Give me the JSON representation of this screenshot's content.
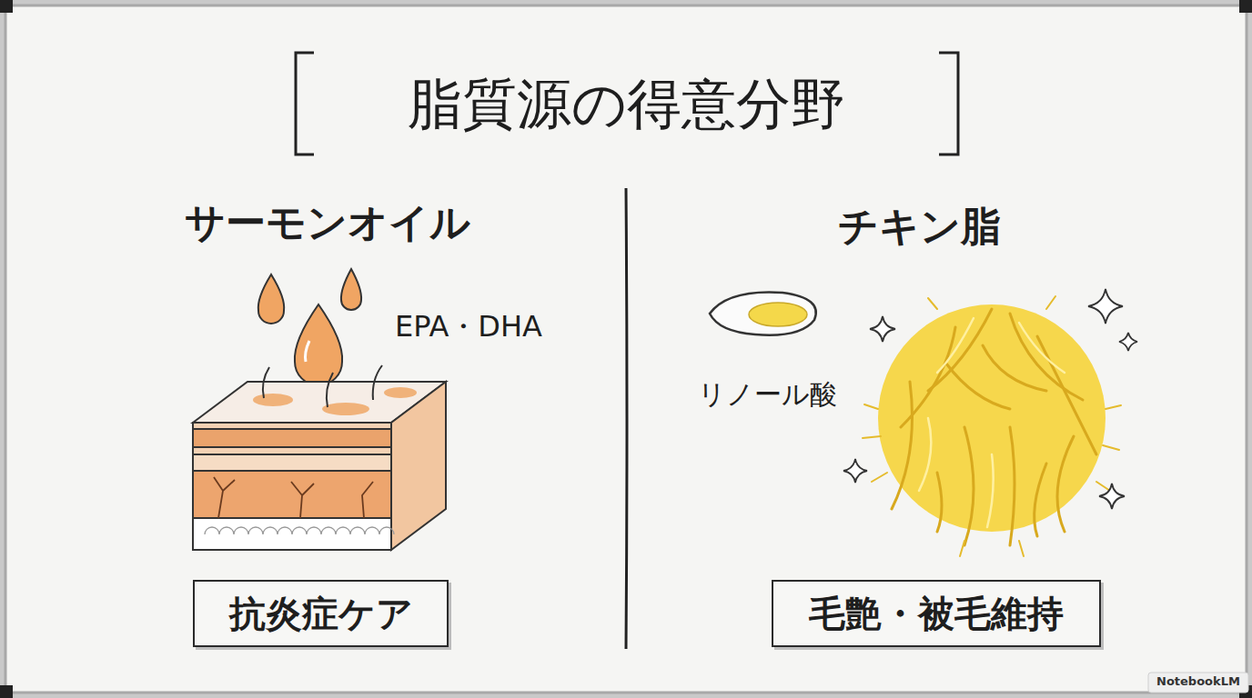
{
  "diagram": {
    "title": "脂質源の得意分野",
    "nodes": [
      {
        "text": [
          "抗炎症ケア"
        ]
      },
      {
        "text": [
          "毛艶・被毛維持"
        ]
      }
    ],
    "labels": [
      "サーモンオイル",
      "EPA・DHA",
      "チキン脂",
      "リノール酸",
      "NotebookLM"
    ]
  }
}
